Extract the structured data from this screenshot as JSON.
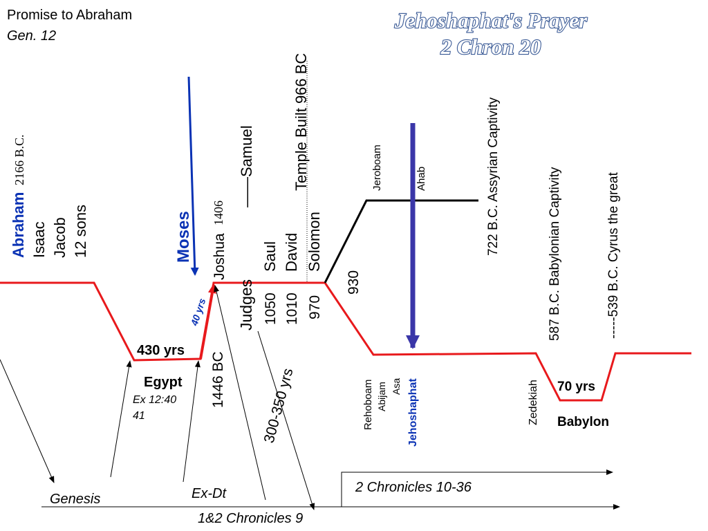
{
  "title": {
    "line1": "Jehoshaphat's Prayer",
    "line2": "2 Chron 20"
  },
  "promise": {
    "line1": "Promise to Abraham",
    "line2": "Gen. 12"
  },
  "patriarchs": {
    "abraham": "Abraham",
    "abraham_date": "2166 B.C.",
    "isaac": "Isaac",
    "jacob": "Jacob",
    "sons": "12 sons"
  },
  "egypt": {
    "years": "430 yrs",
    "label": "Egypt",
    "ref_line1": "Ex 12:40",
    "ref_line2": "41"
  },
  "exodus": {
    "moses": "Moses",
    "wilderness": "40 yrs",
    "joshua": "Joshua",
    "joshua_date": "1406",
    "exodus_date": "1446 BC"
  },
  "judges": {
    "label": "Judges",
    "samuel": "——Samuel",
    "span": "300-350 yrs"
  },
  "kings": {
    "saul": "Saul",
    "david": "David",
    "solomon": "Solomon",
    "saul_date": "1050",
    "david_date": "1010",
    "solomon_date": "970",
    "temple": "Temple Built  966 BC",
    "split_date": "930"
  },
  "north": {
    "jeroboam": "Jeroboam",
    "ahab": "Ahab",
    "assyrian": "722 B.C. Assyrian Captivity"
  },
  "south": {
    "rehoboam": "Rehoboam",
    "abijam": "Abijam",
    "asa": "Asa",
    "jehoshaphat": "Jehoshaphat",
    "zedekiah": "Zedekiah",
    "babylonian": "587 B.C. Babylonian Captivity",
    "exile_years": "70 yrs",
    "babylon": "Babylon",
    "cyrus": "-----539 B.C. Cyrus the great"
  },
  "books": {
    "genesis": "Genesis",
    "exdt": "Ex-Dt",
    "chronicles_1_2": "1&2 Chronicles 9",
    "chronicles_2": "2 Chronicles 10-36"
  },
  "colors": {
    "timeline": "#e8191c",
    "north": "#000000",
    "highlight": "#0a32b4",
    "prayer_arrow": "#3a36a8",
    "title_outline": "#3a5a96"
  }
}
